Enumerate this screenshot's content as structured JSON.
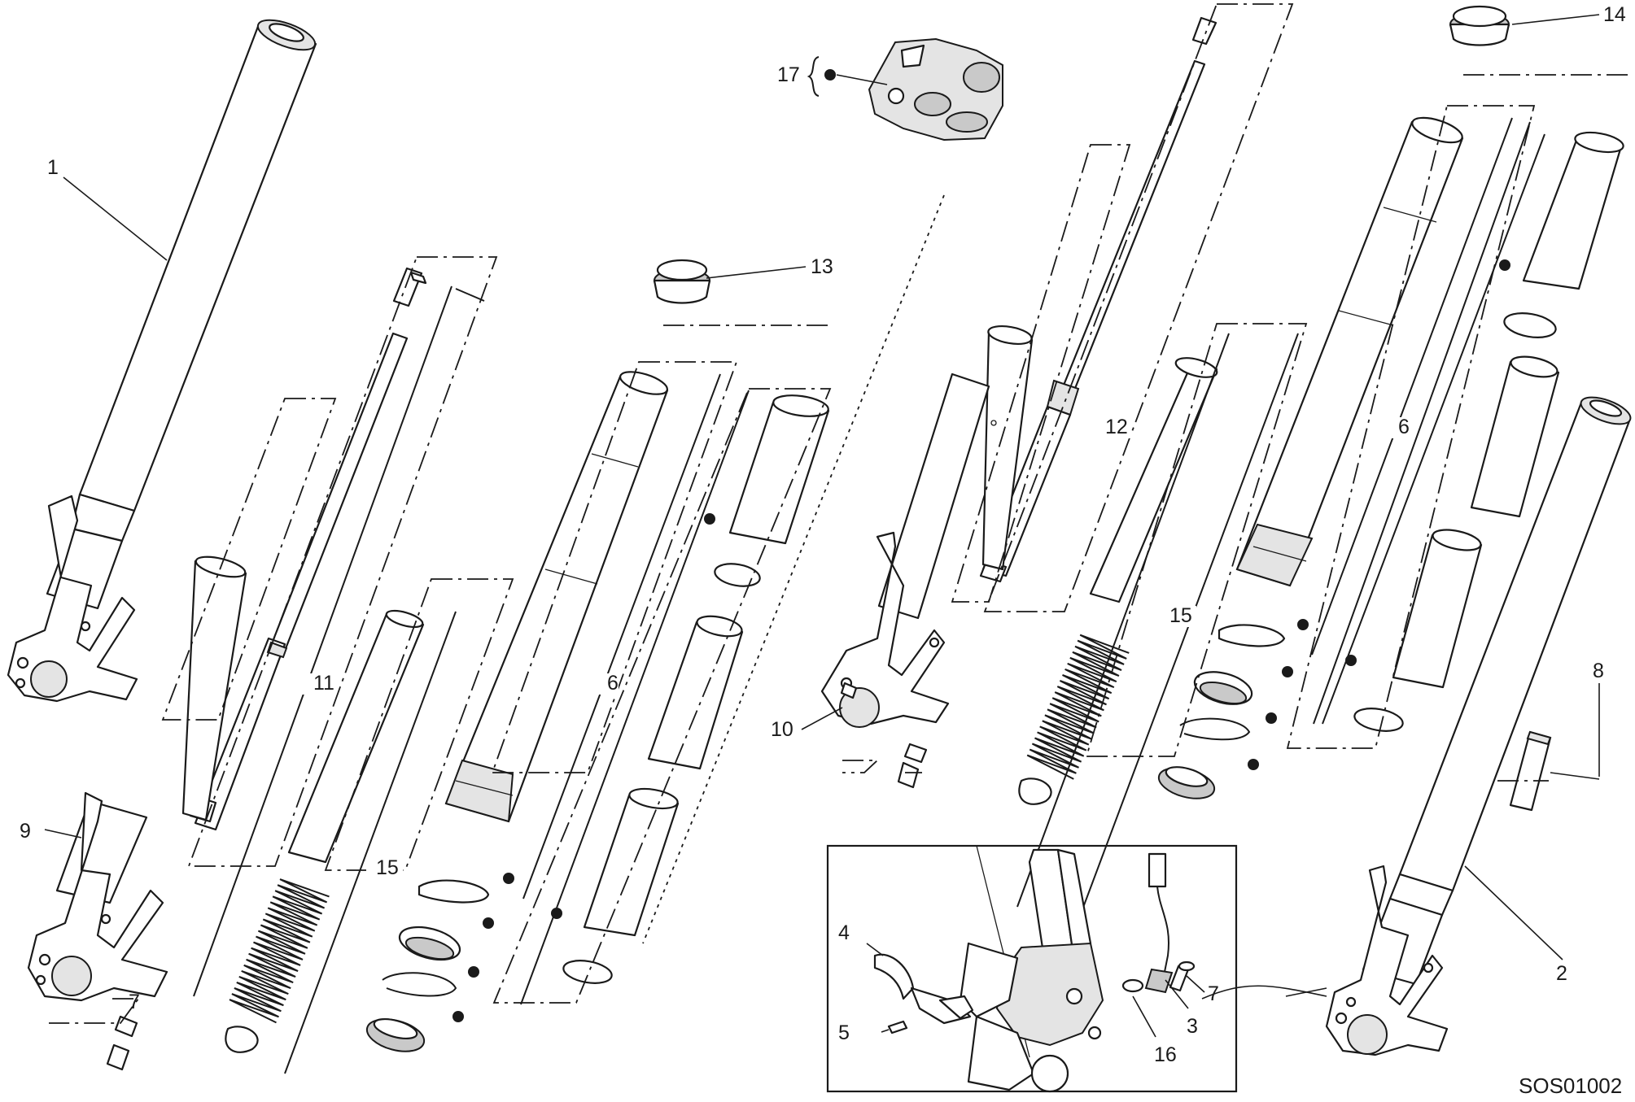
{
  "diagram": {
    "drawing_code": "SOS01002",
    "callouts": {
      "c1": "1",
      "c2": "2",
      "c3": "3",
      "c4": "4",
      "c5": "5",
      "c6a": "6",
      "c6b": "6",
      "c7a": "7",
      "c7b": "7",
      "c8": "8",
      "c9": "9",
      "c10": "10",
      "c11": "11",
      "c12": "12",
      "c13": "13",
      "c14": "14",
      "c15a": "15",
      "c15b": "15",
      "c16": "16",
      "c17": "17"
    }
  }
}
